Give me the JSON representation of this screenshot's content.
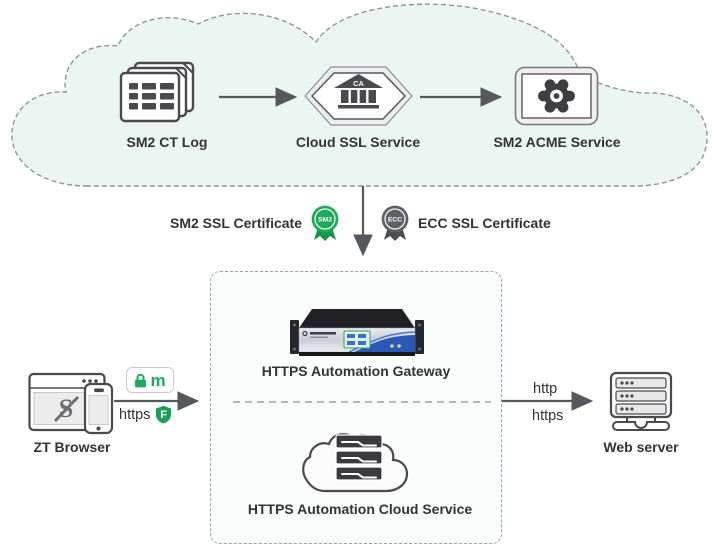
{
  "palette": {
    "green": "#1cab58",
    "green_dark": "#17954c",
    "gray_badge": "#5f6165",
    "arrow": "#55585c",
    "text": "#333333",
    "cloud_fill": "#eaf6f2",
    "cloud_border": "#8d949b",
    "box_fill": "#f9fcfa",
    "icon_dark": "#4a4a4e",
    "gateway_blue": "#2a57b8"
  },
  "icons": {
    "ct_log": "stacked-documents-icon",
    "cloud_ssl": "ca-bank-hexagon-icon",
    "acme": "gear-screen-icon",
    "sm2_badge": "green-medal-icon",
    "ecc_badge": "gray-medal-icon",
    "gateway": "rack-server-appliance-image",
    "cloud_service": "cloud-servers-icon",
    "browser": "browser-with-phone-icon",
    "lock": "padlock-icon",
    "shield": "shield-icon",
    "web_server": "server-stack-icon"
  },
  "cloud": {
    "ca_text": "CA",
    "nodes": [
      {
        "label": "SM2 CT Log"
      },
      {
        "label": "Cloud SSL Service"
      },
      {
        "label": "SM2 ACME Service"
      }
    ]
  },
  "certificates": {
    "sm2_label": "SM2 SSL Certificate",
    "sm2_badge": "SM2",
    "ecc_label": "ECC SSL Certificate",
    "ecc_badge": "ECC"
  },
  "automation_box": {
    "gateway_label": "HTTPS Automation Gateway",
    "cloud_service_label": "HTTPS Automation Cloud Service"
  },
  "client": {
    "label": "ZT Browser",
    "lock_badge_letter": "m",
    "protocol": "https",
    "shield_letter": "F"
  },
  "server": {
    "label": "Web server",
    "protocol_top": "http",
    "protocol_bottom": "https"
  }
}
